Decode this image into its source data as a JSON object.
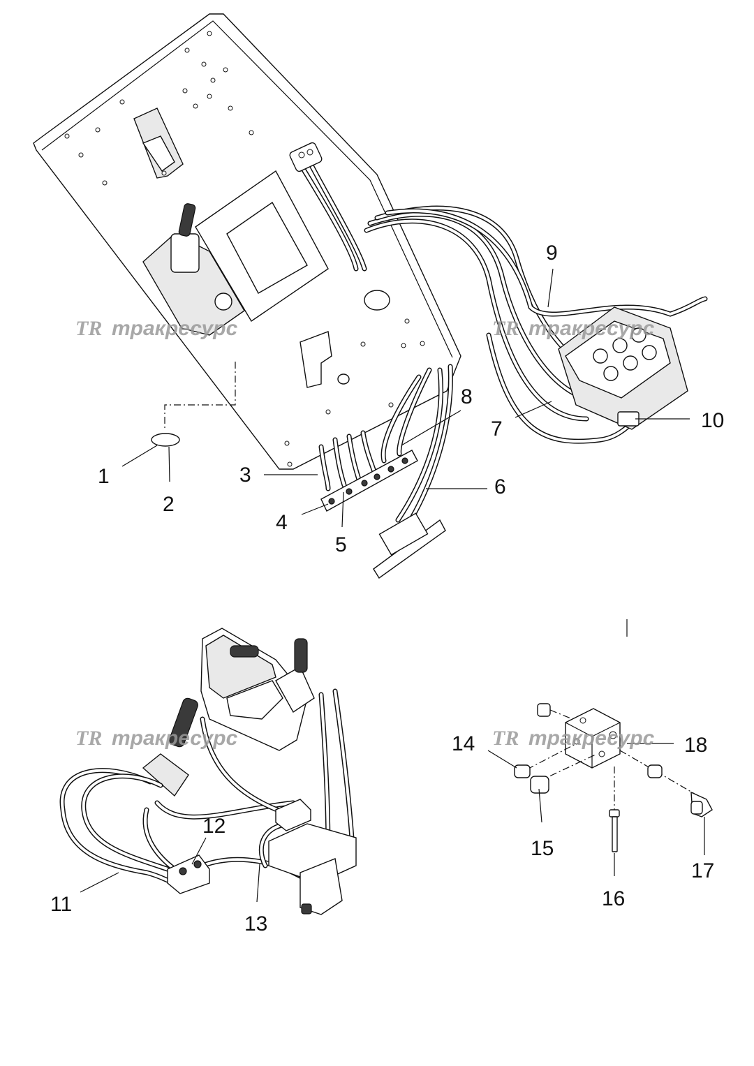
{
  "watermark": {
    "logo": "TR",
    "text": "тракресурс"
  },
  "callouts": [
    "1",
    "2",
    "3",
    "4",
    "5",
    "6",
    "7",
    "8",
    "9",
    "10",
    "11",
    "12",
    "13",
    "14",
    "15",
    "16",
    "17",
    "18"
  ]
}
